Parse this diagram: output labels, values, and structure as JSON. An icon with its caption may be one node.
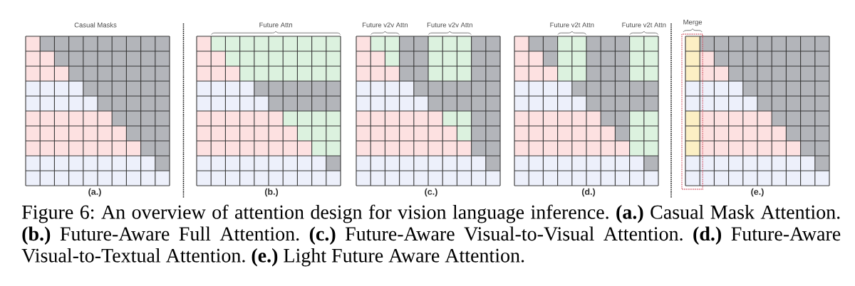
{
  "diagram": {
    "labels": [
      "Casual Masks",
      "Future Attn",
      "Future v2v Attn",
      "Future v2v Attn",
      "Future v2t Attn",
      "Future v2t Attn",
      "Merge",
      "(a.)",
      "(b.)",
      "(c.)",
      "(d.)",
      "(e.)"
    ],
    "caption": "Figure 6: An overview of attention design for vision language inference. **(a.)** Casual Mask Attention. **(b.)** Future-Aware Full Attention. **(c.)** Future-Aware Visual-to-Visual Attention. **(d.)** Future-Aware Visual-to-Textual Attention. **(e.)** Light Future Aware Attention."
  }
}
